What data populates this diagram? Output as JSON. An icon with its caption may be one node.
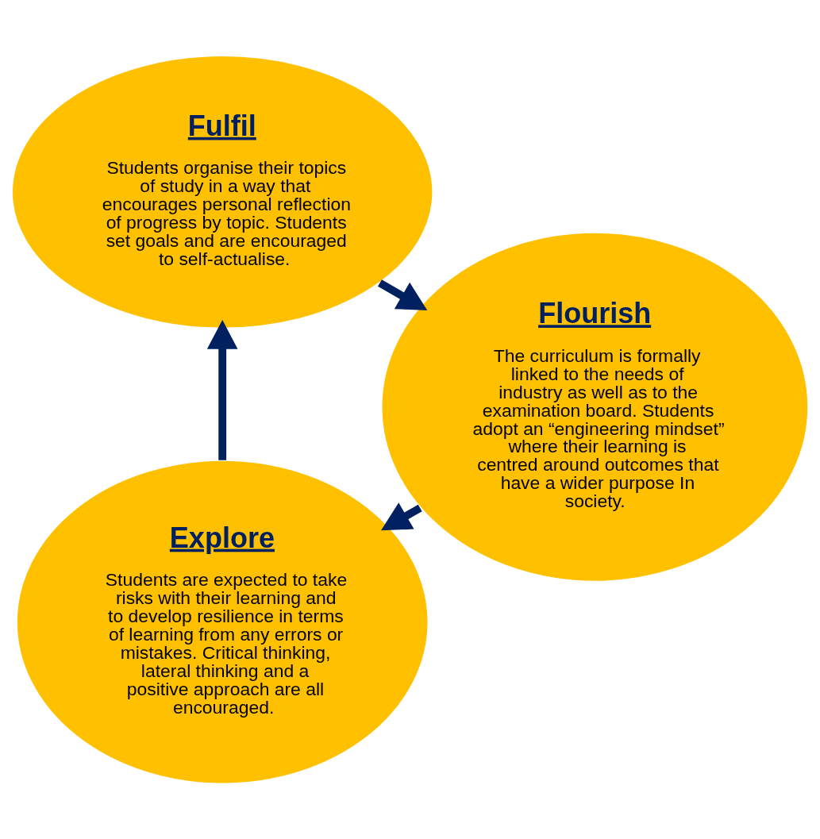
{
  "diagram": {
    "nodes": [
      {
        "text": [
          "Explore",
          "Students are expected to take risks with their learning and to develop resilience in terms of learning from any errors or mistakes. Critical thinking, lateral thinking and a positive approach are all encouraged."
        ]
      },
      {
        "text": [
          "Fulfil",
          "Students organise their topics of study in a way that encourages personal reflection of progress by topic. Students set goals and are encouraged to self-actualise."
        ]
      },
      {
        "text": [
          "Flourish",
          "The curriculum is formally linked to the needs of industry as well as to the examination board. Students adopt an “engineering mindset” where their learning is centred around outcomes that have a wider purpose In society."
        ]
      }
    ],
    "edges": [
      {
        "from": 0,
        "to": 1,
        "arrow": "to"
      },
      {
        "from": 1,
        "to": 2,
        "arrow": "to"
      },
      {
        "from": 2,
        "to": 0,
        "arrow": "to"
      }
    ]
  }
}
